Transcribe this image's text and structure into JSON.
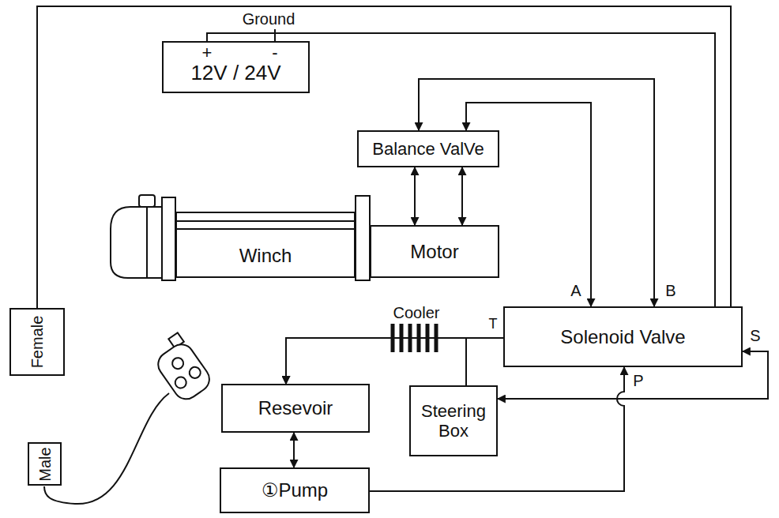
{
  "diagram": {
    "nodes": [
      {
        "text": [
          "12V / 24V"
        ]
      },
      {
        "text": [
          "Balance ValVe"
        ]
      },
      {
        "text": [
          "Winch"
        ]
      },
      {
        "text": [
          "Motor"
        ]
      },
      {
        "text": [
          "Solenoid Valve"
        ]
      },
      {
        "text": [
          "Steering Box"
        ]
      },
      {
        "text": [
          "Resevoir"
        ]
      },
      {
        "text": [
          "①Pump"
        ]
      },
      {
        "text": [
          "Female"
        ]
      },
      {
        "text": [
          "Male"
        ]
      }
    ],
    "edges": [
      {
        "from": 0,
        "to": 4,
        "arrow": "none"
      },
      {
        "from": 8,
        "to": 4,
        "arrow": "none"
      },
      {
        "from": 1,
        "to": 4,
        "arrow": "both"
      },
      {
        "from": 1,
        "to": 4,
        "arrow": "both"
      },
      {
        "from": 1,
        "to": 3,
        "arrow": "both"
      },
      {
        "from": 1,
        "to": 3,
        "arrow": "both"
      },
      {
        "from": 4,
        "to": 6,
        "arrow": "to"
      },
      {
        "from": 5,
        "to": 6,
        "arrow": "to"
      },
      {
        "from": 7,
        "to": 4,
        "arrow": "to"
      },
      {
        "from": 4,
        "to": 5,
        "arrow": "both"
      },
      {
        "from": 6,
        "to": 7,
        "arrow": "both"
      }
    ],
    "labels": [
      "Ground",
      "+",
      "-",
      "Cooler",
      "A",
      "B",
      "T",
      "S",
      "P"
    ]
  }
}
